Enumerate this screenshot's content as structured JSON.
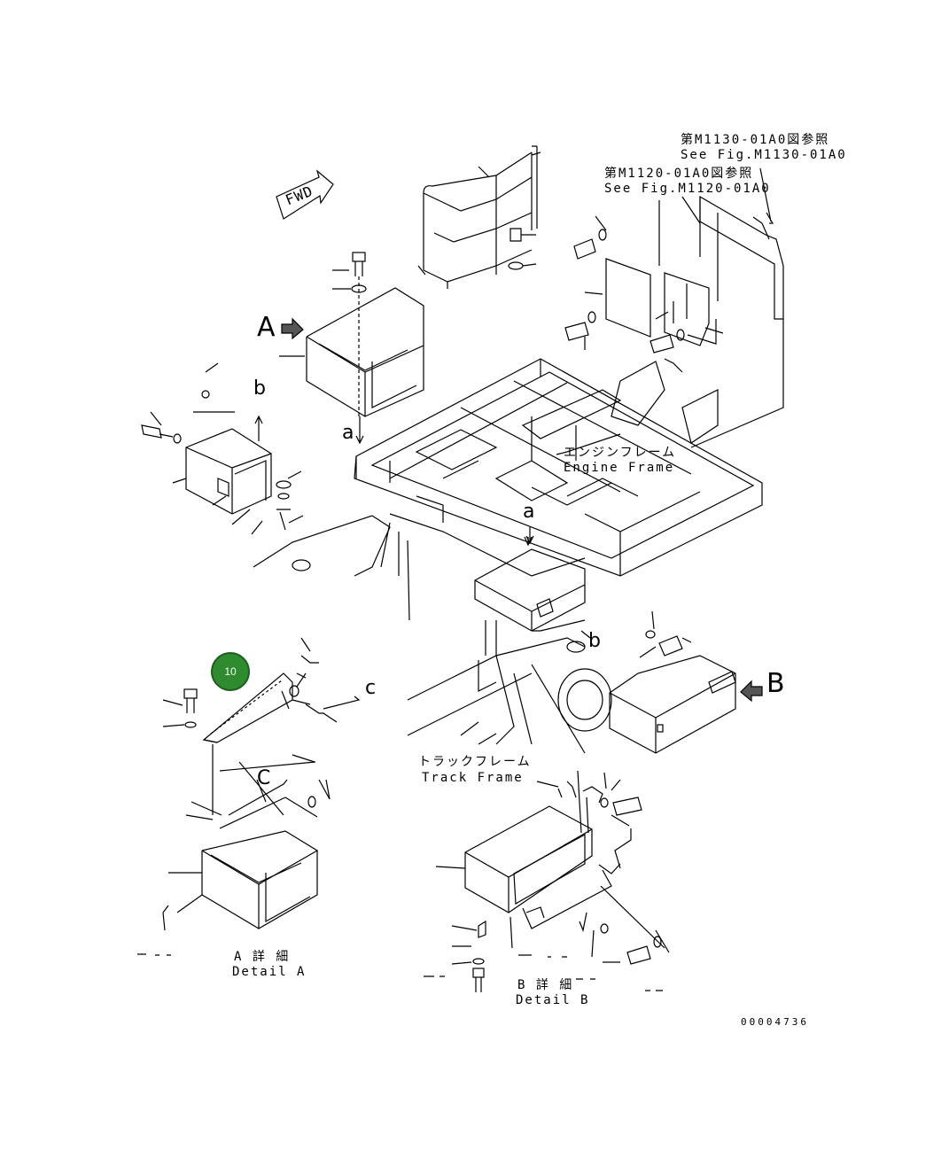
{
  "references": {
    "fig_m1130_jp": "第M1130-01A0図参照",
    "fig_m1130_en": "See Fig.M1130-01A0",
    "fig_m1120_jp": "第M1120-01A0図参照",
    "fig_m1120_en": "See Fig.M1120-01A0"
  },
  "labels": {
    "fwd": "FWD",
    "engine_frame_jp": "エンジンフレーム",
    "engine_frame_en": "Engine Frame",
    "track_frame_jp": "トラックフレーム",
    "track_frame_en": "Track Frame",
    "view_a": "A",
    "view_b": "B",
    "arrow_a_upper": "a",
    "arrow_a_lower": "a",
    "arrow_b_upper": "b",
    "arrow_b_lower": "b",
    "arrow_c_right": "c",
    "arrow_c_inner": "C",
    "detail_a_jp": "A 詳 細",
    "detail_a_en": "Detail A",
    "detail_b_jp": "B 詳 細",
    "detail_b_en": "Detail B",
    "drawing_number": "00004736"
  },
  "callouts": [
    {
      "number": "10",
      "color": "#2e8b2e"
    }
  ]
}
